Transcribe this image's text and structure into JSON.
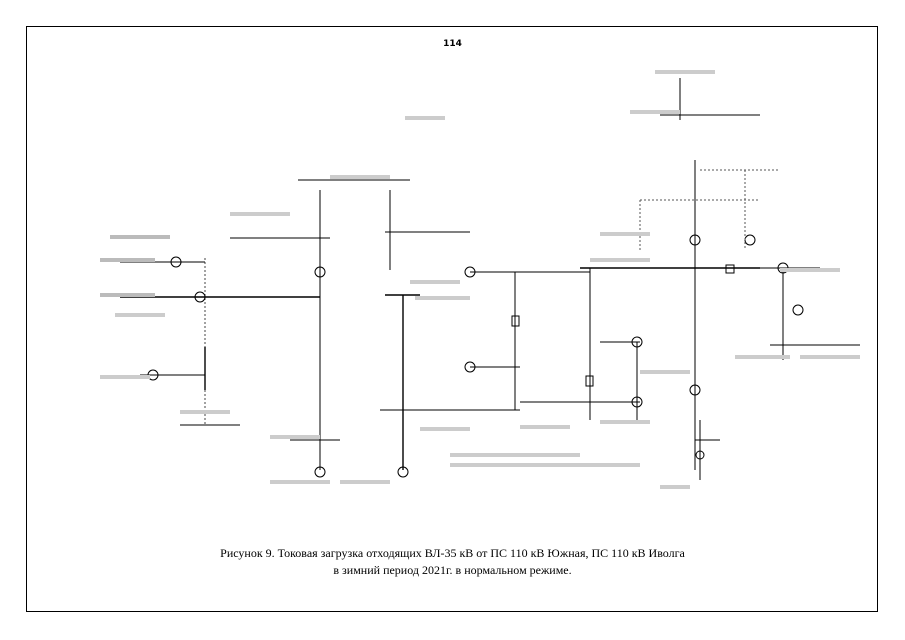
{
  "page": {
    "number": "114"
  },
  "figure": {
    "caption_line1": "Рисунок 9. Токовая загрузка отходящих ВЛ-35 кВ от ПС 110 кВ Южная,  ПС 110 кВ Иволга",
    "caption_line2": "в зимний период 2021г. в нормальном режиме."
  }
}
